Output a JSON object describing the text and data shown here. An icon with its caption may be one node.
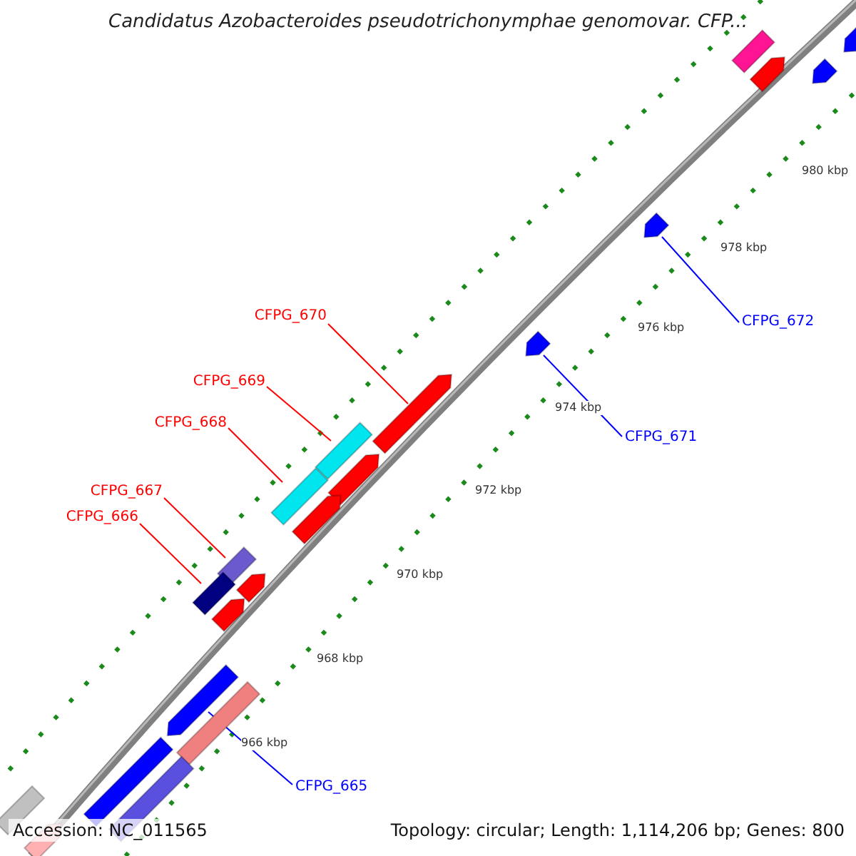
{
  "diagram": {
    "title": "Candidatus Azobacteroides pseudotrichonymphae genomovar. CFP...",
    "nodes": [
      {
        "text": [
          "CFPG_670"
        ]
      },
      {
        "text": [
          "CFPG_672"
        ]
      },
      {
        "text": [
          "CFPG_669"
        ]
      },
      {
        "text": [
          "CFPG_668"
        ]
      },
      {
        "text": [
          "CFPG_671"
        ]
      },
      {
        "text": [
          "CFPG_667"
        ]
      },
      {
        "text": [
          "CFPG_666"
        ]
      },
      {
        "text": [
          "CFPG_665"
        ]
      },
      {
        "text": [],
        "shape": "bar"
      },
      {
        "text": [],
        "shape": "box"
      },
      {
        "text": [],
        "shape": "bar"
      },
      {
        "text": [],
        "shape": "bar"
      },
      {
        "text": [],
        "shape": "bar"
      },
      {
        "text": [],
        "shape": "bar"
      },
      {
        "text": [],
        "shape": "bar"
      },
      {
        "text": [],
        "shape": "box"
      },
      {
        "text": [],
        "shape": "bar"
      },
      {
        "text": [],
        "shape": "box"
      },
      {
        "text": [],
        "shape": "bar"
      },
      {
        "text": [],
        "shape": "box"
      },
      {
        "text": [],
        "shape": "bar"
      },
      {
        "text": [],
        "shape": "box"
      },
      {
        "text": [],
        "shape": "bar"
      },
      {
        "text": [],
        "shape": "bar"
      },
      {
        "text": [],
        "shape": "box"
      },
      {
        "text": [],
        "shape": "box"
      },
      {
        "text": [],
        "shape": "box"
      },
      {
        "text": [],
        "shape": "box"
      },
      {
        "text": [],
        "shape": "bar"
      }
    ],
    "edges": [
      {
        "from": 0,
        "to": 14,
        "arrow": "none"
      },
      {
        "from": 1,
        "to": 12,
        "arrow": "none",
        "color": "#0000ff"
      },
      {
        "from": 2,
        "to": 15,
        "arrow": "none"
      },
      {
        "from": 3,
        "to": 17,
        "arrow": "none"
      },
      {
        "from": 4,
        "to": 13,
        "arrow": "none",
        "color": "#0000ff"
      },
      {
        "from": 5,
        "to": 19,
        "arrow": "none"
      },
      {
        "from": 6,
        "to": 21,
        "arrow": "none"
      },
      {
        "from": 7,
        "to": 23,
        "arrow": "none",
        "color": "#0000ff"
      }
    ],
    "labels": [
      "980 kbp",
      "978 kbp",
      "976 kbp",
      "974 kbp",
      "972 kbp",
      "970 kbp",
      "968 kbp",
      "966 kbp",
      "Accession: NC_011565",
      "Topology: circular; Length: 1,114,206 bp; Genes: 800"
    ]
  }
}
